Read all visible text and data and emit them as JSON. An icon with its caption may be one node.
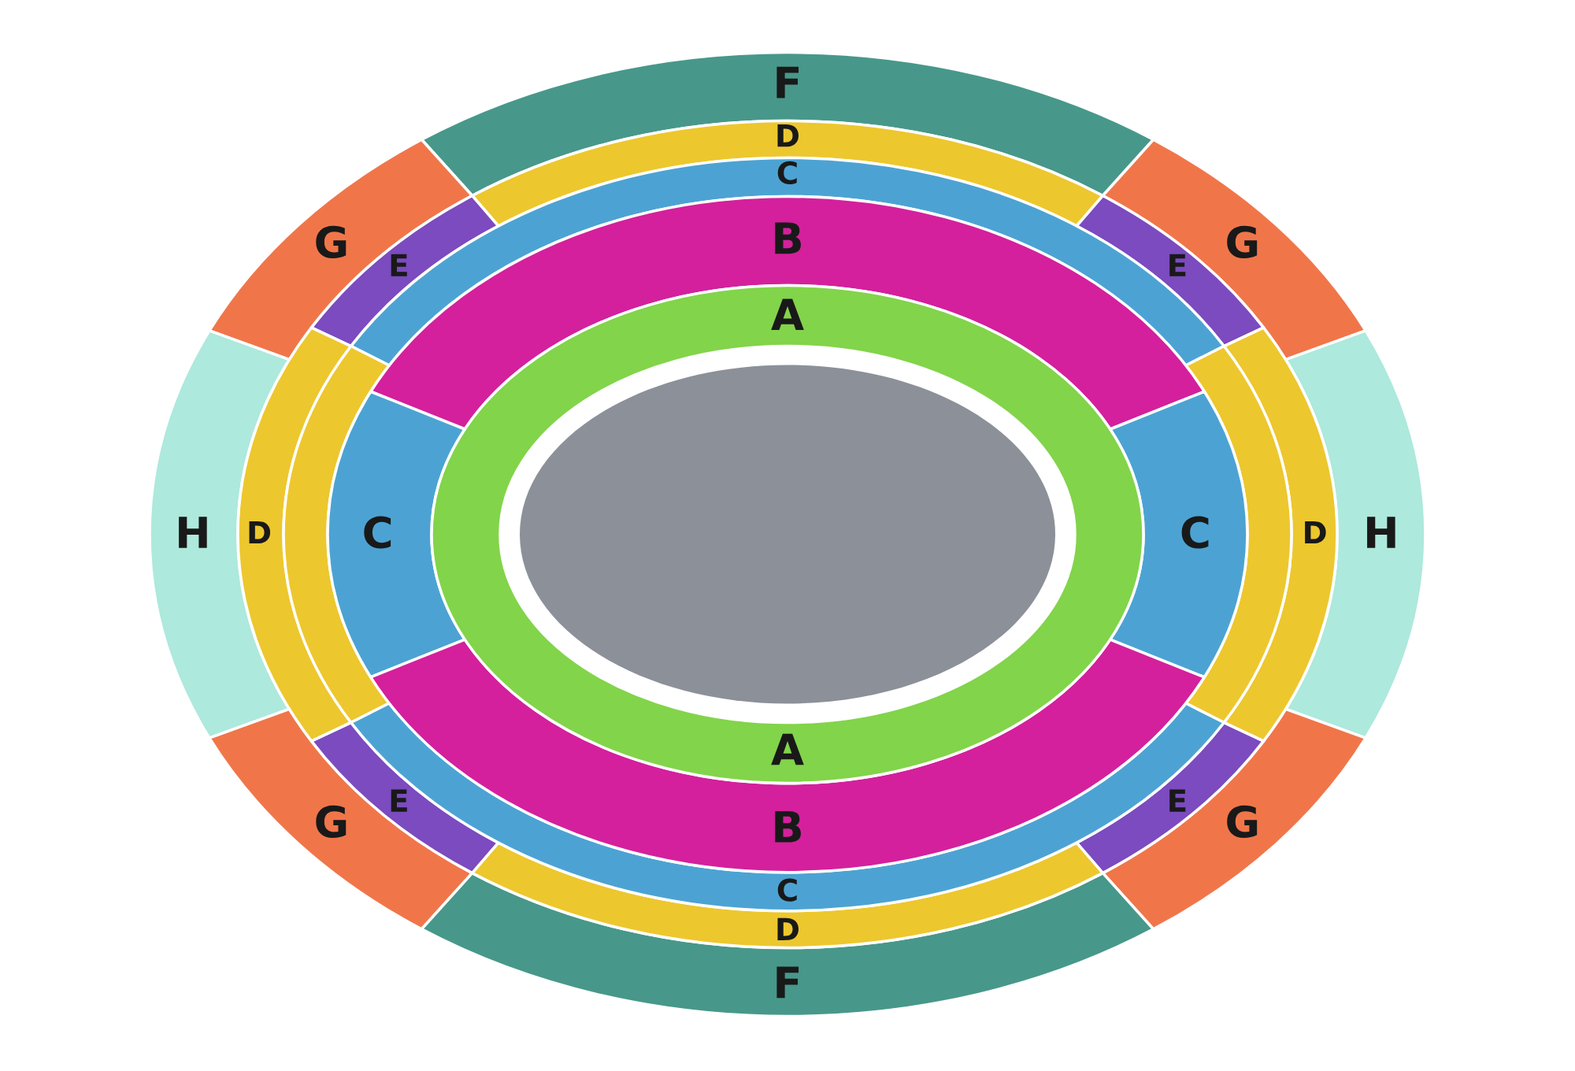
{
  "diagram": {
    "nodes": [
      {
        "text": [
          "F"
        ]
      },
      {
        "text": [
          "D"
        ]
      },
      {
        "text": [
          "C"
        ]
      },
      {
        "text": [
          "G"
        ]
      },
      {
        "text": [
          "E"
        ]
      },
      {
        "text": [
          "B"
        ]
      },
      {
        "text": [
          "G"
        ]
      },
      {
        "text": [
          "E"
        ]
      },
      {
        "text": [
          "A",
          "A"
        ]
      },
      {
        "text": [
          "H"
        ]
      },
      {
        "text": [
          "D"
        ]
      },
      {
        "text": [],
        "shape": "band"
      },
      {
        "text": [
          "C"
        ]
      },
      {
        "text": [],
        "shape": "ellipse",
        "in": 8
      },
      {
        "text": [
          "C"
        ]
      },
      {
        "text": [],
        "shape": "band"
      },
      {
        "text": [
          "D"
        ]
      },
      {
        "text": [
          "H"
        ]
      },
      {
        "text": [
          "G"
        ]
      },
      {
        "text": [
          "E"
        ]
      },
      {
        "text": [
          "B"
        ]
      },
      {
        "text": [
          "E"
        ]
      },
      {
        "text": [
          "G"
        ]
      },
      {
        "text": [
          "C"
        ]
      },
      {
        "text": [
          "D"
        ]
      },
      {
        "text": [
          "F"
        ]
      }
    ]
  }
}
